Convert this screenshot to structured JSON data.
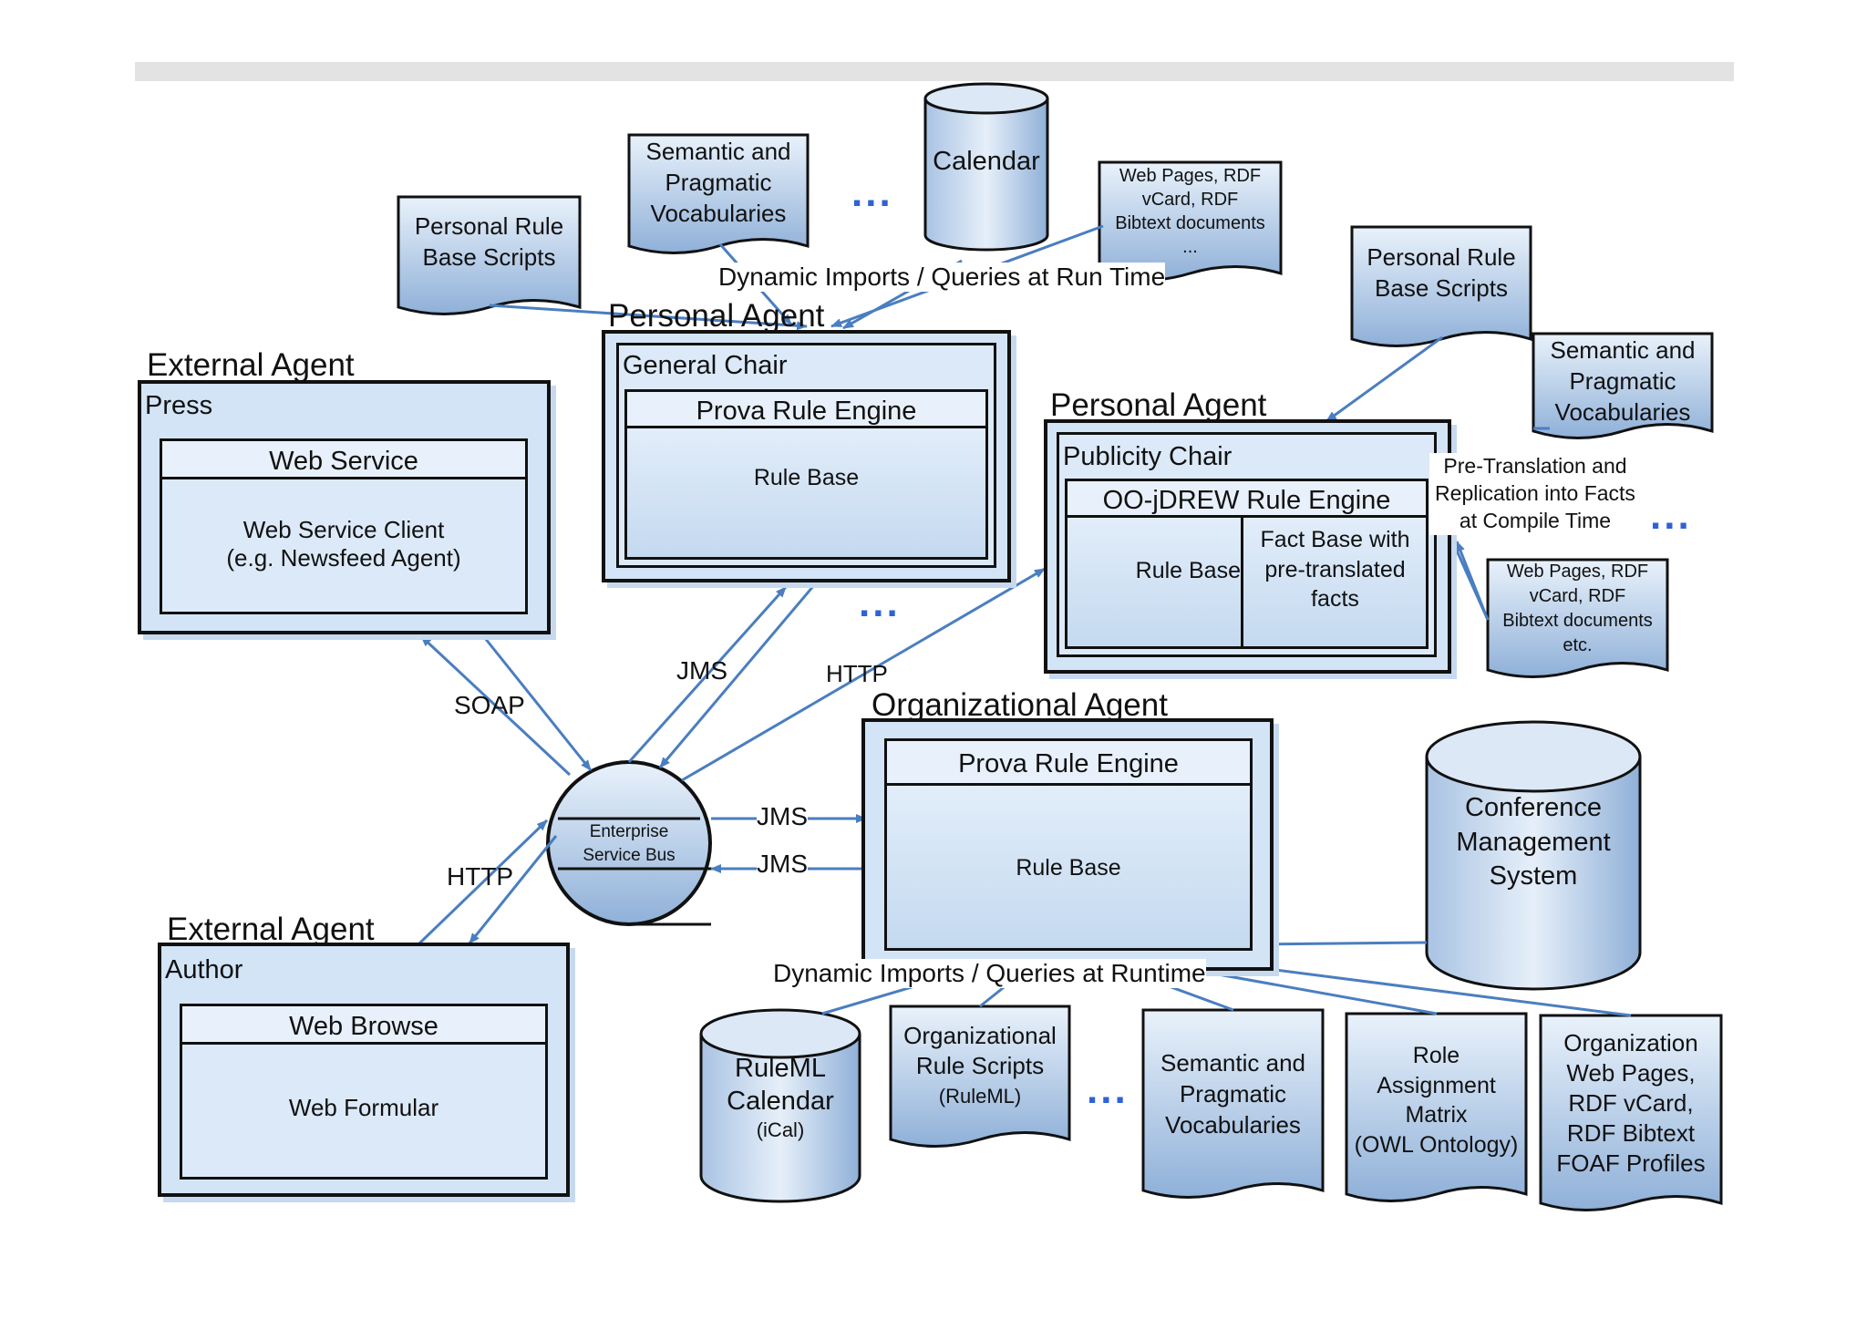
{
  "agents": {
    "ext_press": {
      "title": "External Agent",
      "role": "Press",
      "component": "Web Service",
      "inner": "Web Service Client\n(e.g. Newsfeed Agent)"
    },
    "ext_author": {
      "title": "External Agent",
      "role": "Author",
      "component": "Web Browse",
      "inner": "Web Formular"
    },
    "pa_general": {
      "title": "Personal Agent",
      "role": "General Chair",
      "engine": "Prova Rule Engine",
      "inner": "Rule Base"
    },
    "pa_publicity": {
      "title": "Personal Agent",
      "role": "Publicity Chair",
      "engine": "OO-jDREW Rule Engine",
      "rulebase": "Rule Base",
      "factbase": "Fact Base with\npre-translated\nfacts"
    },
    "org": {
      "title": "Organizational Agent",
      "engine": "Prova Rule Engine",
      "inner": "Rule Base"
    }
  },
  "esb": {
    "label": "Enterprise\nService Bus"
  },
  "resources": {
    "prs_left": "Personal Rule\nBase Scripts",
    "spv_top": "Semantic and\nPragmatic\nVocabularies",
    "calendar": "Calendar",
    "web_top": "Web Pages, RDF\nvCard, RDF\nBibtext documents\n...",
    "prs_right": "Personal Rule\nBase Scripts",
    "spv_right": "Semantic and\nPragmatic\nVocabularies",
    "web_right": "Web Pages, RDF\nvCard, RDF\nBibtext documents\netc.",
    "cms": "Conference\nManagement\nSystem",
    "ruleml_cal": "RuleML\nCalendar",
    "ruleml_cal_sub": "(iCal)",
    "org_scripts": "Organizational\nRule Scripts",
    "org_scripts_sub": "(RuleML)",
    "spv_bottom": "Semantic and\nPragmatic\nVocabularies",
    "role_matrix": "Role\nAssignment\nMatrix\n(OWL Ontology)",
    "org_web": "Organization\nWeb Pages,\nRDF vCard,\nRDF Bibtext\nFOAF Profiles"
  },
  "labels": {
    "dyn_top": "Dynamic Imports / Queries at Run Time",
    "dyn_bottom": "Dynamic Imports / Queries at Runtime",
    "pretrans": "Pre-Translation and\nReplication into Facts\nat Compile Time",
    "soap": "SOAP",
    "jms1": "JMS",
    "http1": "HTTP",
    "http2": "HTTP",
    "jms2": "JMS",
    "jms3": "JMS",
    "ellipsis": "..."
  },
  "colors": {
    "box_fill": "#d2e4f6",
    "shape_fill": "#b7cce6",
    "arrow": "#4a7ec0",
    "text": "#111111"
  }
}
